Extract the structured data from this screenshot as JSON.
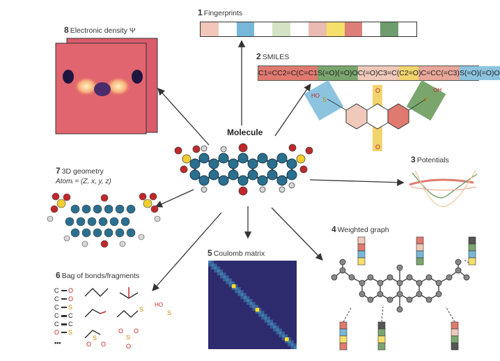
{
  "center": {
    "title": "Molecule"
  },
  "panels": {
    "fingerprints": {
      "num": "1",
      "label": "Fingerprints",
      "bits": [
        "#f1c7b9",
        "#ffffff",
        "#77b8d8",
        "#ffffff",
        "#d4e3c4",
        "#ffffff",
        "#eabcb1",
        "#f6df6a",
        "#dd7f78",
        "#ffffff",
        "#6e9c6e",
        "#ffffff"
      ]
    },
    "smiles": {
      "num": "2",
      "label": "SMILES",
      "segments": [
        {
          "text": "C1=CC2=C(C=C1",
          "color": "#e07a70"
        },
        {
          "text": "S(=O)(=O)O",
          "color": "#7aa66e"
        },
        {
          "text": "C(=O)C3=C(",
          "color": "#f0c9bb"
        },
        {
          "text": "C2=O",
          "color": "#f2d46d"
        },
        {
          "text": ")C=CC(=C3)",
          "color": "#e9a799"
        },
        {
          "text": "S(=O)(=O)O",
          "color": "#8cc4e0"
        }
      ],
      "oh_left": "HO",
      "oh_right": "OH",
      "s_label": "S",
      "o_label": "O"
    },
    "potentials": {
      "num": "3",
      "label": "Potentials"
    },
    "weighted_graph": {
      "num": "4",
      "label": "Weighted graph"
    },
    "coulomb": {
      "num": "5",
      "label": "Coulomb matrix"
    },
    "bag": {
      "num": "6",
      "label": "Bag of bonds/fragments",
      "rows": [
        {
          "a": "C",
          "b": "O"
        },
        {
          "a": "C",
          "b": "O"
        },
        {
          "a": "C",
          "b": "S"
        },
        {
          "a": "C",
          "b": "C"
        },
        {
          "a": "C",
          "b": "C"
        },
        {
          "a": "O",
          "b": "S"
        }
      ],
      "more": "•••",
      "frag_ho": "HO",
      "frag_s": "S",
      "frag_o": "O"
    },
    "geometry": {
      "num": "7",
      "label": "3D geometry",
      "equation": "Atomᵢ = (Z, x, y, z)"
    },
    "density": {
      "num": "8",
      "label": "Electronic density Ψ"
    }
  },
  "colors": {
    "carbon": "#2b6f8f",
    "oxygen": "#c0282a",
    "sulfur": "#f0cf2e",
    "hydrogen": "#d8d8d8",
    "arrow": "#333333"
  }
}
